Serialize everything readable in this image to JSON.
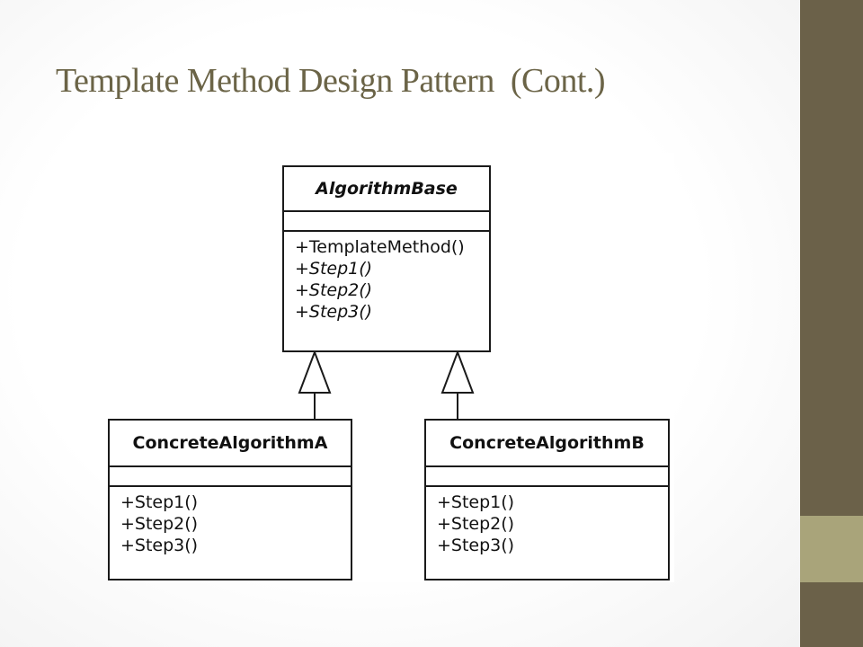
{
  "title": "Template Method Design Pattern  (Cont.)",
  "colors": {
    "title": "#6b6447",
    "bar_dark": "#6b6149",
    "bar_light": "#a9a47a"
  },
  "base": {
    "name": "AlgorithmBase",
    "operations": [
      "+TemplateMethod()",
      "+Step1()",
      "+Step2()",
      "+Step3()"
    ]
  },
  "class_a": {
    "name": "ConcreteAlgorithmA",
    "operations": [
      "+Step1()",
      "+Step2()",
      "+Step3()"
    ]
  },
  "class_b": {
    "name": "ConcreteAlgorithmB",
    "operations": [
      "+Step1()",
      "+Step2()",
      "+Step3()"
    ]
  }
}
